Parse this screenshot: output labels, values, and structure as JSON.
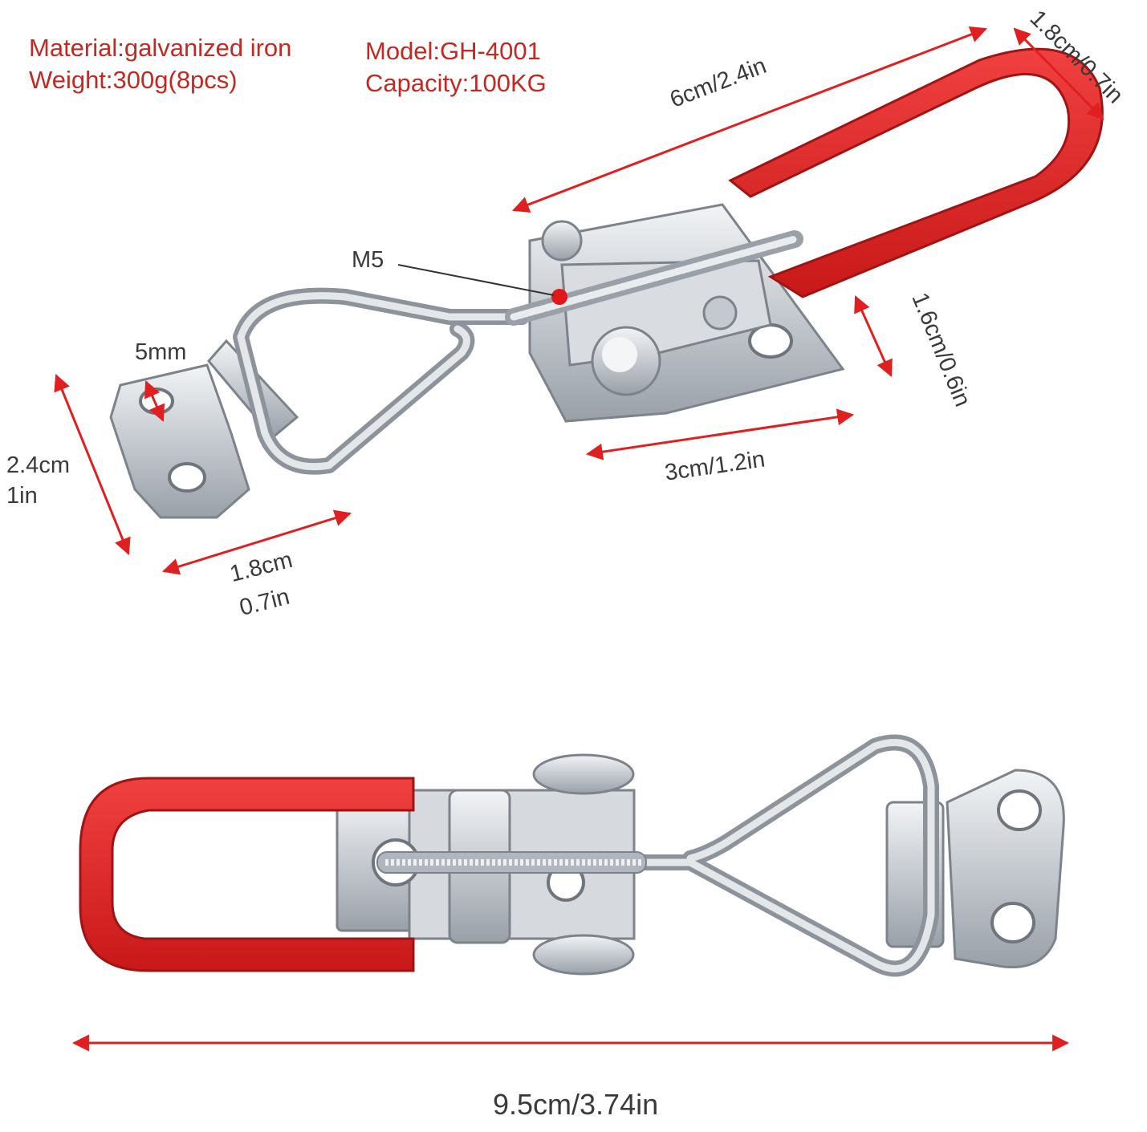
{
  "specs": {
    "material": "Material:galvanized iron",
    "weight": "Weight:300g(8pcs)",
    "model": "Model:GH-4001",
    "capacity": "Capacity:100KG"
  },
  "callouts": {
    "thread": "M5",
    "hole": "5mm"
  },
  "dimensions": {
    "handle_length": "6cm/2.4in",
    "handle_width": "1.8cm/0.7in",
    "body_height": "1.6cm/0.6in",
    "body_width": "3cm/1.2in",
    "plate_height_cm": "2.4cm",
    "plate_height_in": "1in",
    "plate_width_cm": "1.8cm",
    "plate_width_in": "0.7in",
    "total_length": "9.5cm/3.74in"
  },
  "colors": {
    "accent_red": "#d51f1f",
    "text_red": "#c02a23",
    "arrow_red": "#e02020",
    "steel": "#c9ced4",
    "steel_dark": "#8b9199"
  }
}
